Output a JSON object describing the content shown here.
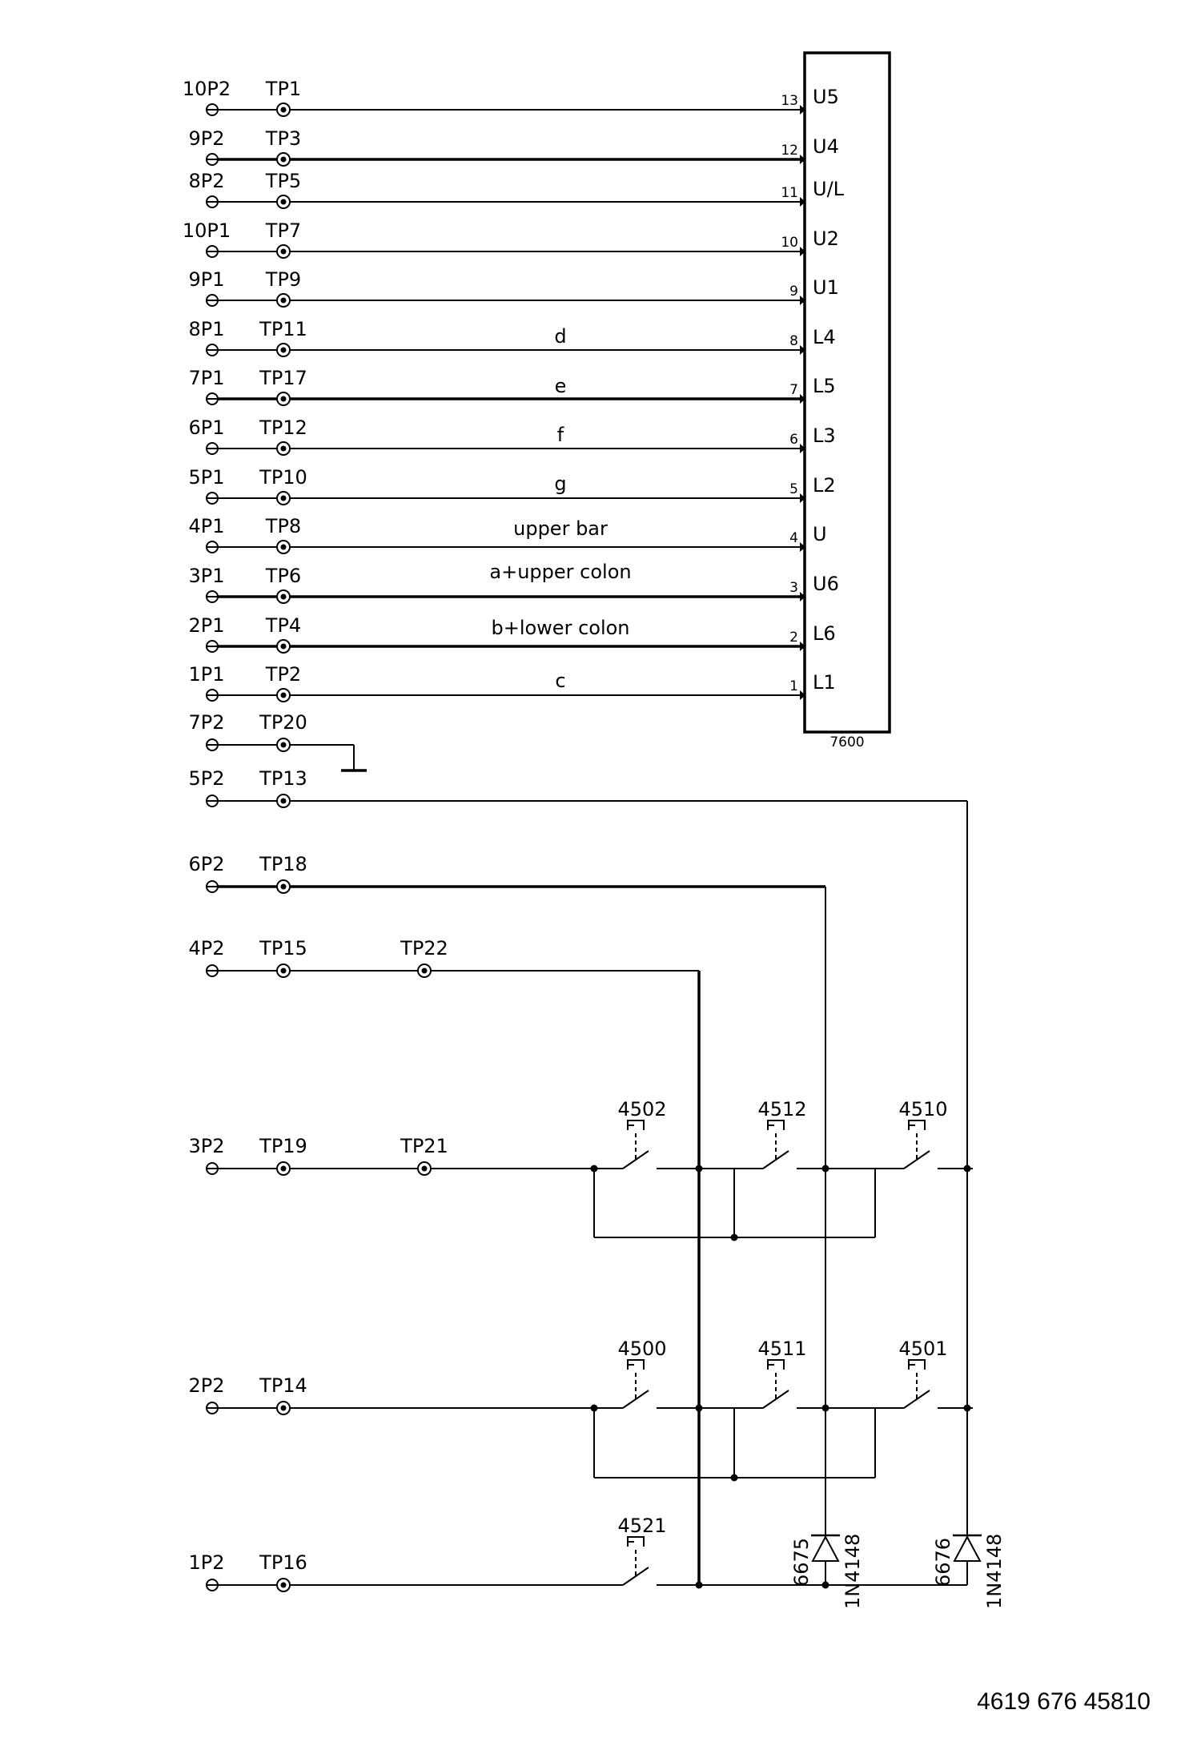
{
  "rows": [
    {
      "conn": "10P2",
      "tp": "TP1",
      "pin": "13",
      "seg": "U5",
      "sig": ""
    },
    {
      "conn": "9P2",
      "tp": "TP3",
      "pin": "12",
      "seg": "U4",
      "sig": ""
    },
    {
      "conn": "8P2",
      "tp": "TP5",
      "pin": "11",
      "seg": "U/L",
      "sig": ""
    },
    {
      "conn": "10P1",
      "tp": "TP7",
      "pin": "10",
      "seg": "U2",
      "sig": ""
    },
    {
      "conn": "9P1",
      "tp": "TP9",
      "pin": "9",
      "seg": "U1",
      "sig": ""
    },
    {
      "conn": "8P1",
      "tp": "TP11",
      "pin": "8",
      "seg": "L4",
      "sig": "d"
    },
    {
      "conn": "7P1",
      "tp": "TP17",
      "pin": "7",
      "seg": "L5",
      "sig": "e"
    },
    {
      "conn": "6P1",
      "tp": "TP12",
      "pin": "6",
      "seg": "L3",
      "sig": "f"
    },
    {
      "conn": "5P1",
      "tp": "TP10",
      "pin": "5",
      "seg": "L2",
      "sig": "g"
    },
    {
      "conn": "4P1",
      "tp": "TP8",
      "pin": "4",
      "seg": "U",
      "sig": "upper bar"
    },
    {
      "conn": "3P1",
      "tp": "TP6",
      "pin": "3",
      "seg": "U6",
      "sig": "a+upper colon"
    },
    {
      "conn": "2P1",
      "tp": "TP4",
      "pin": "2",
      "seg": "L6",
      "sig": "b+lower colon"
    },
    {
      "conn": "1P1",
      "tp": "TP2",
      "pin": "1",
      "seg": "L1",
      "sig": "c"
    }
  ],
  "display_ref": "7600",
  "lower": [
    {
      "conn": "7P2",
      "tp": "TP20"
    },
    {
      "conn": "5P2",
      "tp": "TP13"
    },
    {
      "conn": "6P2",
      "tp": "TP18"
    },
    {
      "conn": "4P2",
      "tp": "TP15",
      "tp2": "TP22"
    },
    {
      "conn": "3P2",
      "tp": "TP19",
      "tp2": "TP21"
    },
    {
      "conn": "2P2",
      "tp": "TP14"
    },
    {
      "conn": "1P2",
      "tp": "TP16"
    }
  ],
  "switches": {
    "row3": [
      "4502",
      "4512",
      "4510"
    ],
    "row2": [
      "4500",
      "4511",
      "4501"
    ],
    "row1": [
      "4521"
    ]
  },
  "diodes": [
    {
      "ref": "6675",
      "type": "1N4148"
    },
    {
      "ref": "6676",
      "type": "1N4148"
    }
  ],
  "doc_number": "4619 676 45810"
}
